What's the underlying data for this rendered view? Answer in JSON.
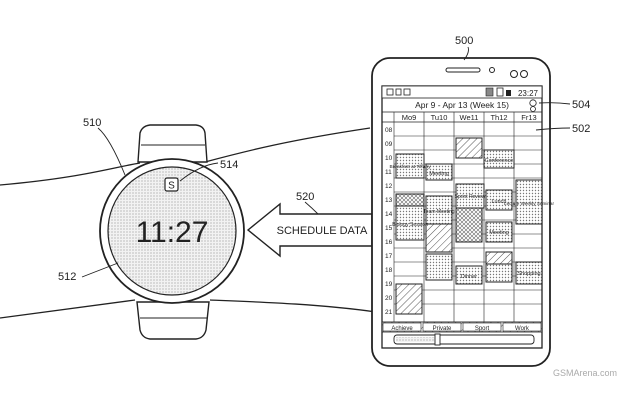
{
  "refs": {
    "watch_body": "510",
    "watch_screen": "512",
    "watch_icon": "514",
    "schedule_data": "520",
    "phone": "500",
    "phone_status": "504",
    "phone_calendar": "502"
  },
  "watch": {
    "time": "11:27",
    "icon_letter": "S"
  },
  "arrow_label": "SCHEDULE DATA",
  "phone": {
    "clock": "23:27",
    "week_header": "Apr 9 - Apr 13 (Week 15)",
    "days": [
      "Mo9",
      "Tu10",
      "We11",
      "Th12",
      "Fr13"
    ],
    "hours": [
      "08",
      "09",
      "10",
      "11",
      "12",
      "13",
      "14",
      "15",
      "16",
      "17",
      "18",
      "19",
      "20",
      "21"
    ],
    "events": [
      "Conference",
      "Breakfast at Tiffany",
      "Meeting",
      "Sprint Review",
      "Lunch",
      "Biology Session",
      "Team Meeting",
      "Lecture Weekly Seminar",
      "Meeting",
      "Dinner",
      "Shopping"
    ],
    "tabs": [
      "Achieve",
      "Private",
      "Sport",
      "Work"
    ]
  },
  "watermark": "GSMArena.com",
  "colors": {
    "line": "#222222",
    "screen_fill": "#e6e6e6",
    "hatch": "#555555"
  }
}
